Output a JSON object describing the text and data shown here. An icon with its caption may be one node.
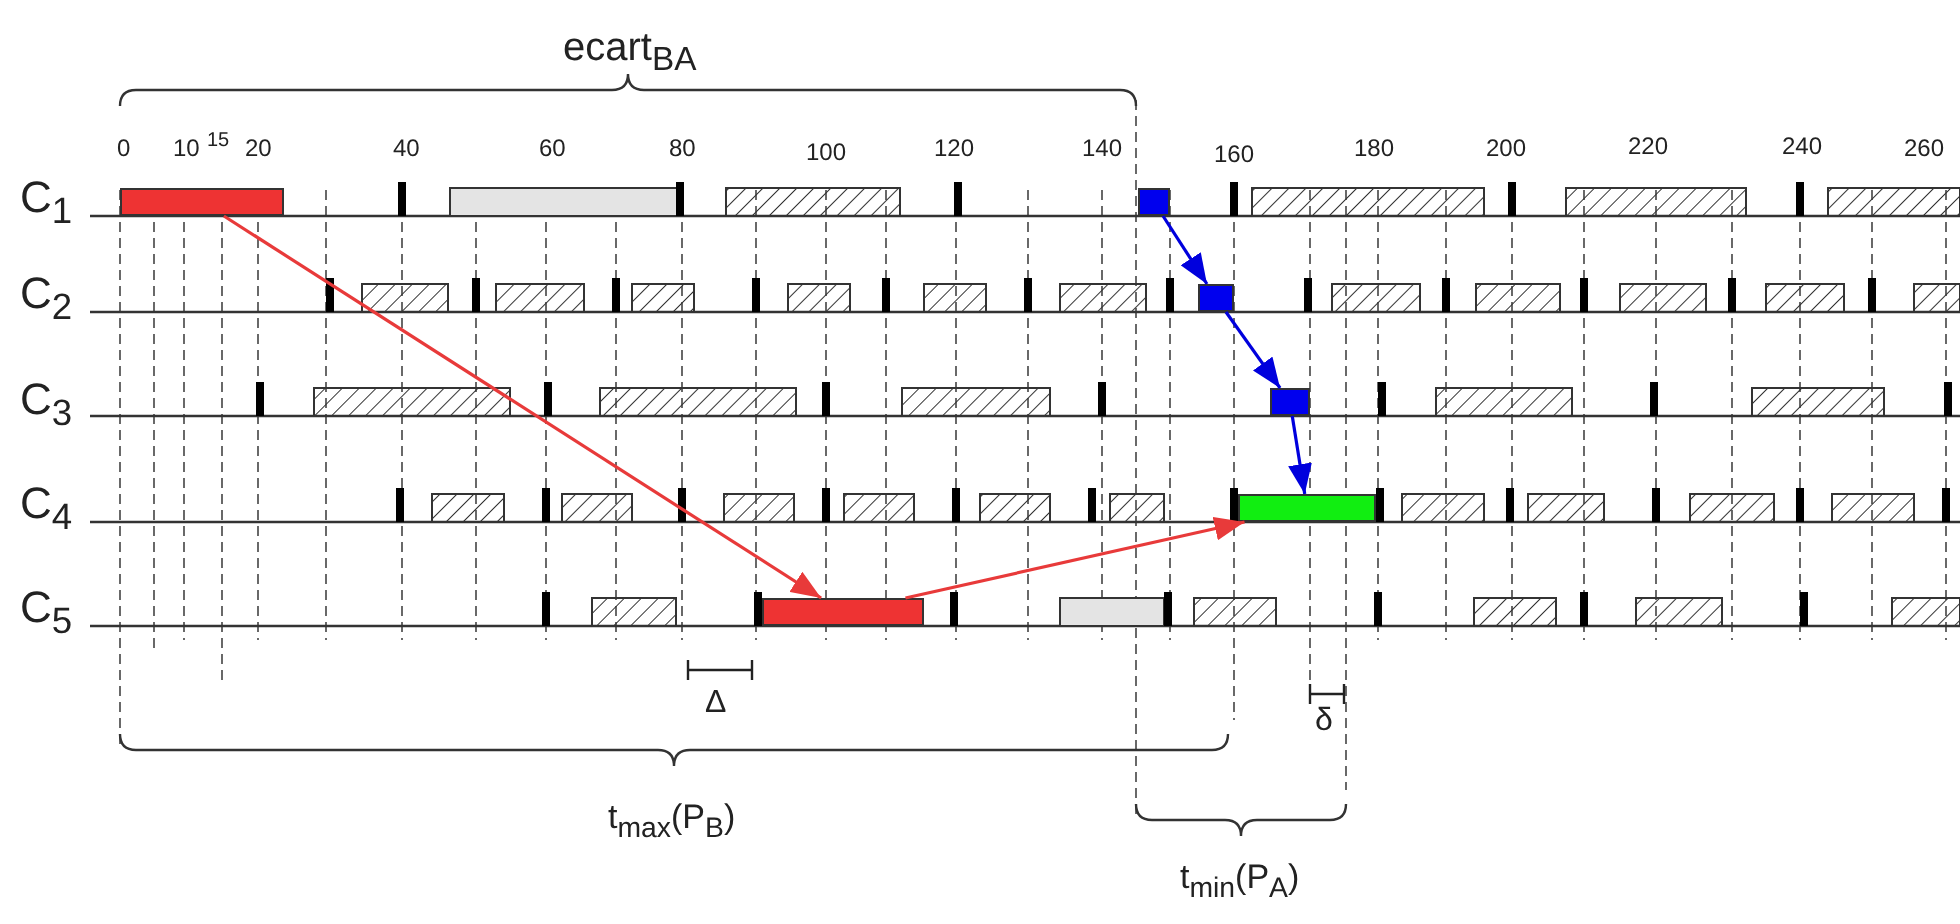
{
  "diagram": {
    "nodes": [
      {
        "text": [],
        "shape": "bar"
      },
      {
        "text": [],
        "shape": "bar"
      },
      {
        "text": [],
        "shape": "bar"
      },
      {
        "text": [],
        "shape": "bar"
      },
      {
        "text": [],
        "shape": "bar"
      },
      {
        "text": [],
        "shape": "bar"
      }
    ],
    "edges": [
      {
        "from": 0,
        "to": 5,
        "arrow": "to",
        "color": "#e83a3a"
      },
      {
        "from": 5,
        "to": 4,
        "arrow": "to",
        "color": "#e83a3a"
      },
      {
        "from": 1,
        "to": 2,
        "arrow": "to"
      },
      {
        "from": 2,
        "to": 3,
        "arrow": "to"
      },
      {
        "from": 3,
        "to": 4,
        "arrow": "to"
      }
    ],
    "labels": [
      "ecart$_{BA}$",
      "0",
      "10",
      "15",
      "20",
      "40",
      "60",
      "80",
      "100",
      "120",
      "140",
      "160",
      "180",
      "200",
      "220",
      "240",
      "260",
      "C$_{1}$",
      "C$_{2}$",
      "C$_{3}$",
      "C$_{4}$",
      "C$_{5}$",
      "Δ",
      "δ",
      "t$_{max}$(P$_{B}$)",
      "t$_{min}$(P$_{A}$)"
    ]
  }
}
